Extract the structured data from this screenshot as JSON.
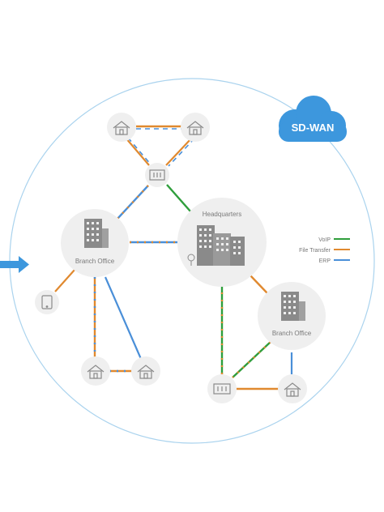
{
  "cloud": {
    "label": "SD-WAN",
    "color": "#3d97dd"
  },
  "nodes": {
    "headquarters": {
      "label": "Headquarters"
    },
    "branch_left": {
      "label": "Branch Office"
    },
    "branch_right": {
      "label": "Branch Office"
    }
  },
  "legend": [
    {
      "label": "VoIP",
      "color": "#2f9e3c"
    },
    {
      "label": "File Transfer",
      "color": "#e0892f"
    },
    {
      "label": "ERP",
      "color": "#4a8fd8"
    }
  ],
  "colors": {
    "ring": "#aad3ee",
    "node_fill": "#efefef",
    "icon": "#8a8a8a",
    "arrow": "#3d97dd"
  }
}
